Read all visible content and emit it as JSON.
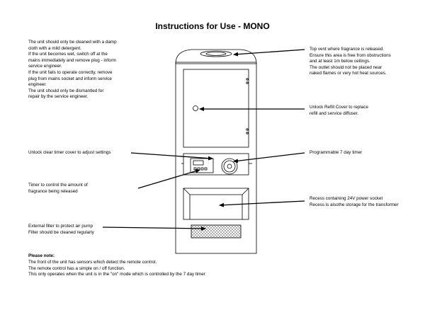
{
  "title": "Instructions for Use - MONO",
  "notes": {
    "cleaning": "The unit should only be cleaned with a damp\ncloth with a mild detergent.\nIf the unit becomes wet, switch off at the\nmains immediately and remove plug - inform\nservice engineer.\nIf the unit fails to operate correctly, remove\nplug from mains socket and inform service\nengineer.\nThe unit should only be dismantled for\nrepair by the service engineer.",
    "top_vent": "Top vent where fragrance is released.\nEnsure this area is free from obstructions\nand at least 1m below ceilings.\nThe outlet should not be placed near\nnaked flames or very hot heat sources.",
    "refill_cover": "Unlock Refill Cover to replace\nrefill and service diffuser.",
    "timer_cover": "Unlock clear timer cover to adjust settings",
    "programmable_timer": "Programmable 7 day timer",
    "fragrance_timer": "Timer to control the amount of\nfragrance being released",
    "recess": "Recess containing 24V power socket\nRecess is alsothe storage for the transformer",
    "filter": "External filter to protect air pump\nFilter should be cleaned regularly",
    "please_note_heading": "Please note:",
    "please_note_body": "The front of the unit has sensors which detect the remote control.\nThe remote control has a simple on / off function.\nThis only operates when the unit is in the \"on\" mode which is controlled by the 7 day timer"
  }
}
